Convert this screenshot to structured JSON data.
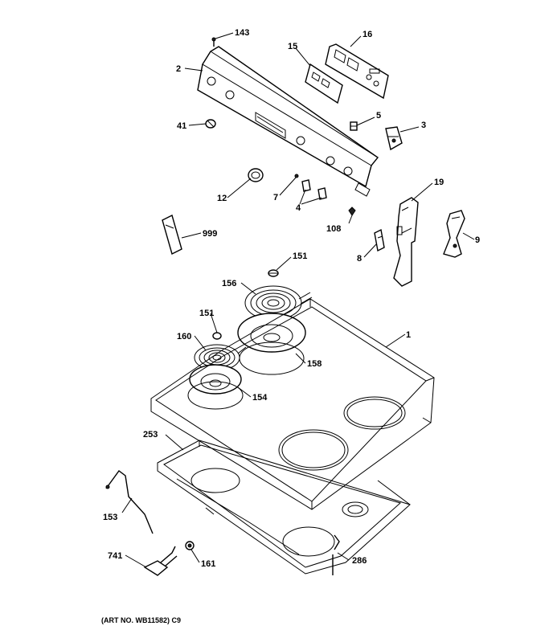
{
  "parts": [
    {
      "id": "p143",
      "label": "143"
    },
    {
      "id": "p16",
      "label": "16"
    },
    {
      "id": "p15",
      "label": "15"
    },
    {
      "id": "p2",
      "label": "2"
    },
    {
      "id": "p41",
      "label": "41"
    },
    {
      "id": "p5",
      "label": "5"
    },
    {
      "id": "p3",
      "label": "3"
    },
    {
      "id": "p12",
      "label": "12"
    },
    {
      "id": "p7",
      "label": "7"
    },
    {
      "id": "p4",
      "label": "4"
    },
    {
      "id": "p108",
      "label": "108"
    },
    {
      "id": "p19",
      "label": "19"
    },
    {
      "id": "p999",
      "label": "999"
    },
    {
      "id": "p8",
      "label": "8"
    },
    {
      "id": "p9",
      "label": "9"
    },
    {
      "id": "p151a",
      "label": "151"
    },
    {
      "id": "p156",
      "label": "156"
    },
    {
      "id": "p151b",
      "label": "151"
    },
    {
      "id": "p160",
      "label": "160"
    },
    {
      "id": "p158",
      "label": "158"
    },
    {
      "id": "p1",
      "label": "1"
    },
    {
      "id": "p154",
      "label": "154"
    },
    {
      "id": "p253",
      "label": "253"
    },
    {
      "id": "p153",
      "label": "153"
    },
    {
      "id": "p741",
      "label": "741"
    },
    {
      "id": "p161",
      "label": "161"
    },
    {
      "id": "p286",
      "label": "286"
    }
  ],
  "caption": "(ART NO. WB11582) C9"
}
